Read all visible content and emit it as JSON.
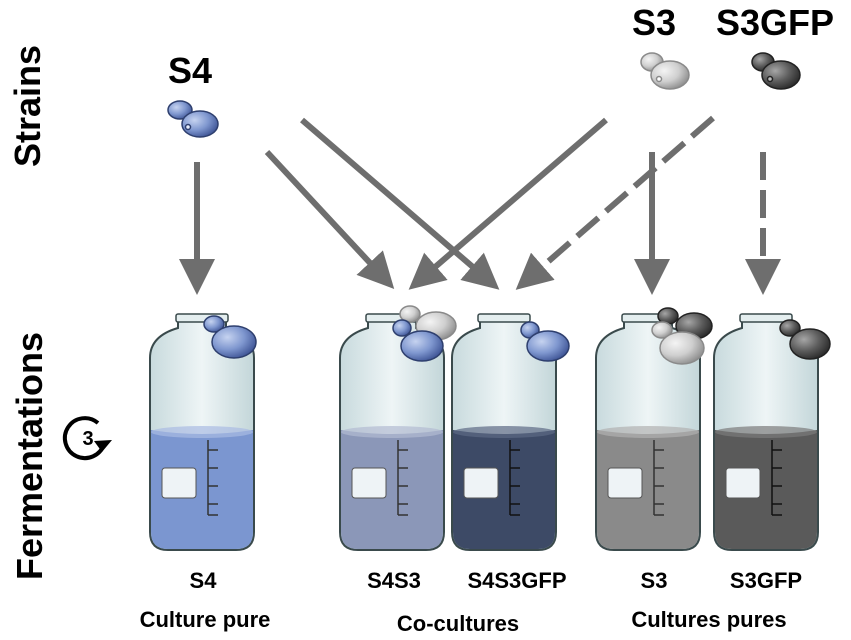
{
  "side_labels": {
    "strains": "Strains",
    "fermentations": "Fermentations"
  },
  "strains": {
    "s4": "S4",
    "s3": "S3",
    "s3gfp": "S3GFP"
  },
  "repeat_count": "3",
  "flasks": [
    {
      "label": "S4"
    },
    {
      "label": "S4S3"
    },
    {
      "label": "S4S3GFP"
    },
    {
      "label": "S3"
    },
    {
      "label": "S3GFP"
    }
  ],
  "groups": {
    "culture_pure": "Culture pure",
    "co_cultures": "Co-cultures",
    "cultures_pures": "Cultures pures"
  },
  "colors": {
    "s4_blue": "#7f97cf",
    "s3_light_grey": "#bdbdbd",
    "s3gfp_dark_grey": "#555555",
    "arrow_grey": "#6e6e6e",
    "liquid_s4": "#7b96d0",
    "liquid_s4s3": "#8b97b8",
    "liquid_s4s3gfp": "#3d4a66",
    "liquid_s3": "#8a8a8a",
    "liquid_s3gfp": "#5a5a5a",
    "glass": "#dde9ea"
  }
}
